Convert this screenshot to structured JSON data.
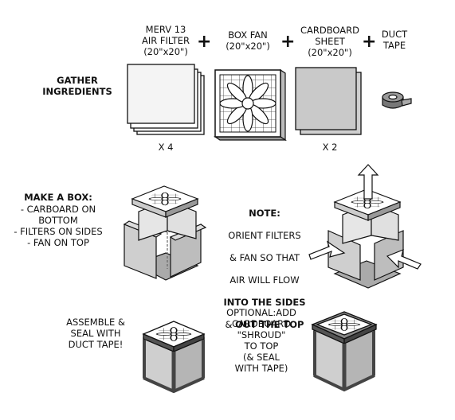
{
  "ingredients": {
    "heading": "GATHER\nINGREDIENTS",
    "filter_label": "MERV 13\nAIR FILTER\n(20\"x20\")",
    "fan_label": "BOX FAN\n(20\"x20\")",
    "cardboard_label": "CARDBOARD\nSHEET\n(20\"x20\")",
    "tape_label": "DUCT\nTAPE",
    "filter_qty": "X 4",
    "cardboard_qty": "X 2",
    "plus": "+"
  },
  "make_box": {
    "heading": "MAKE A BOX:",
    "steps": "- CARBOARD ON\nBOTTOM\n- FILTERS ON SIDES\n- FAN ON TOP"
  },
  "note": {
    "heading": "NOTE:",
    "line1": "ORIENT FILTERS",
    "line2": "& FAN SO THAT",
    "line3": "AIR WILL FLOW",
    "bold1": "INTO THE SIDES",
    "amp": "& ",
    "bold2": "OUT THE TOP"
  },
  "assemble": {
    "text": "ASSEMBLE &\nSEAL WITH\nDUCT TAPE!"
  },
  "optional": {
    "text": "OPTIONAL:ADD\nCARDBOARD\n\"SHROUD\"\nTO TOP\n(& SEAL\nWITH TAPE)"
  }
}
